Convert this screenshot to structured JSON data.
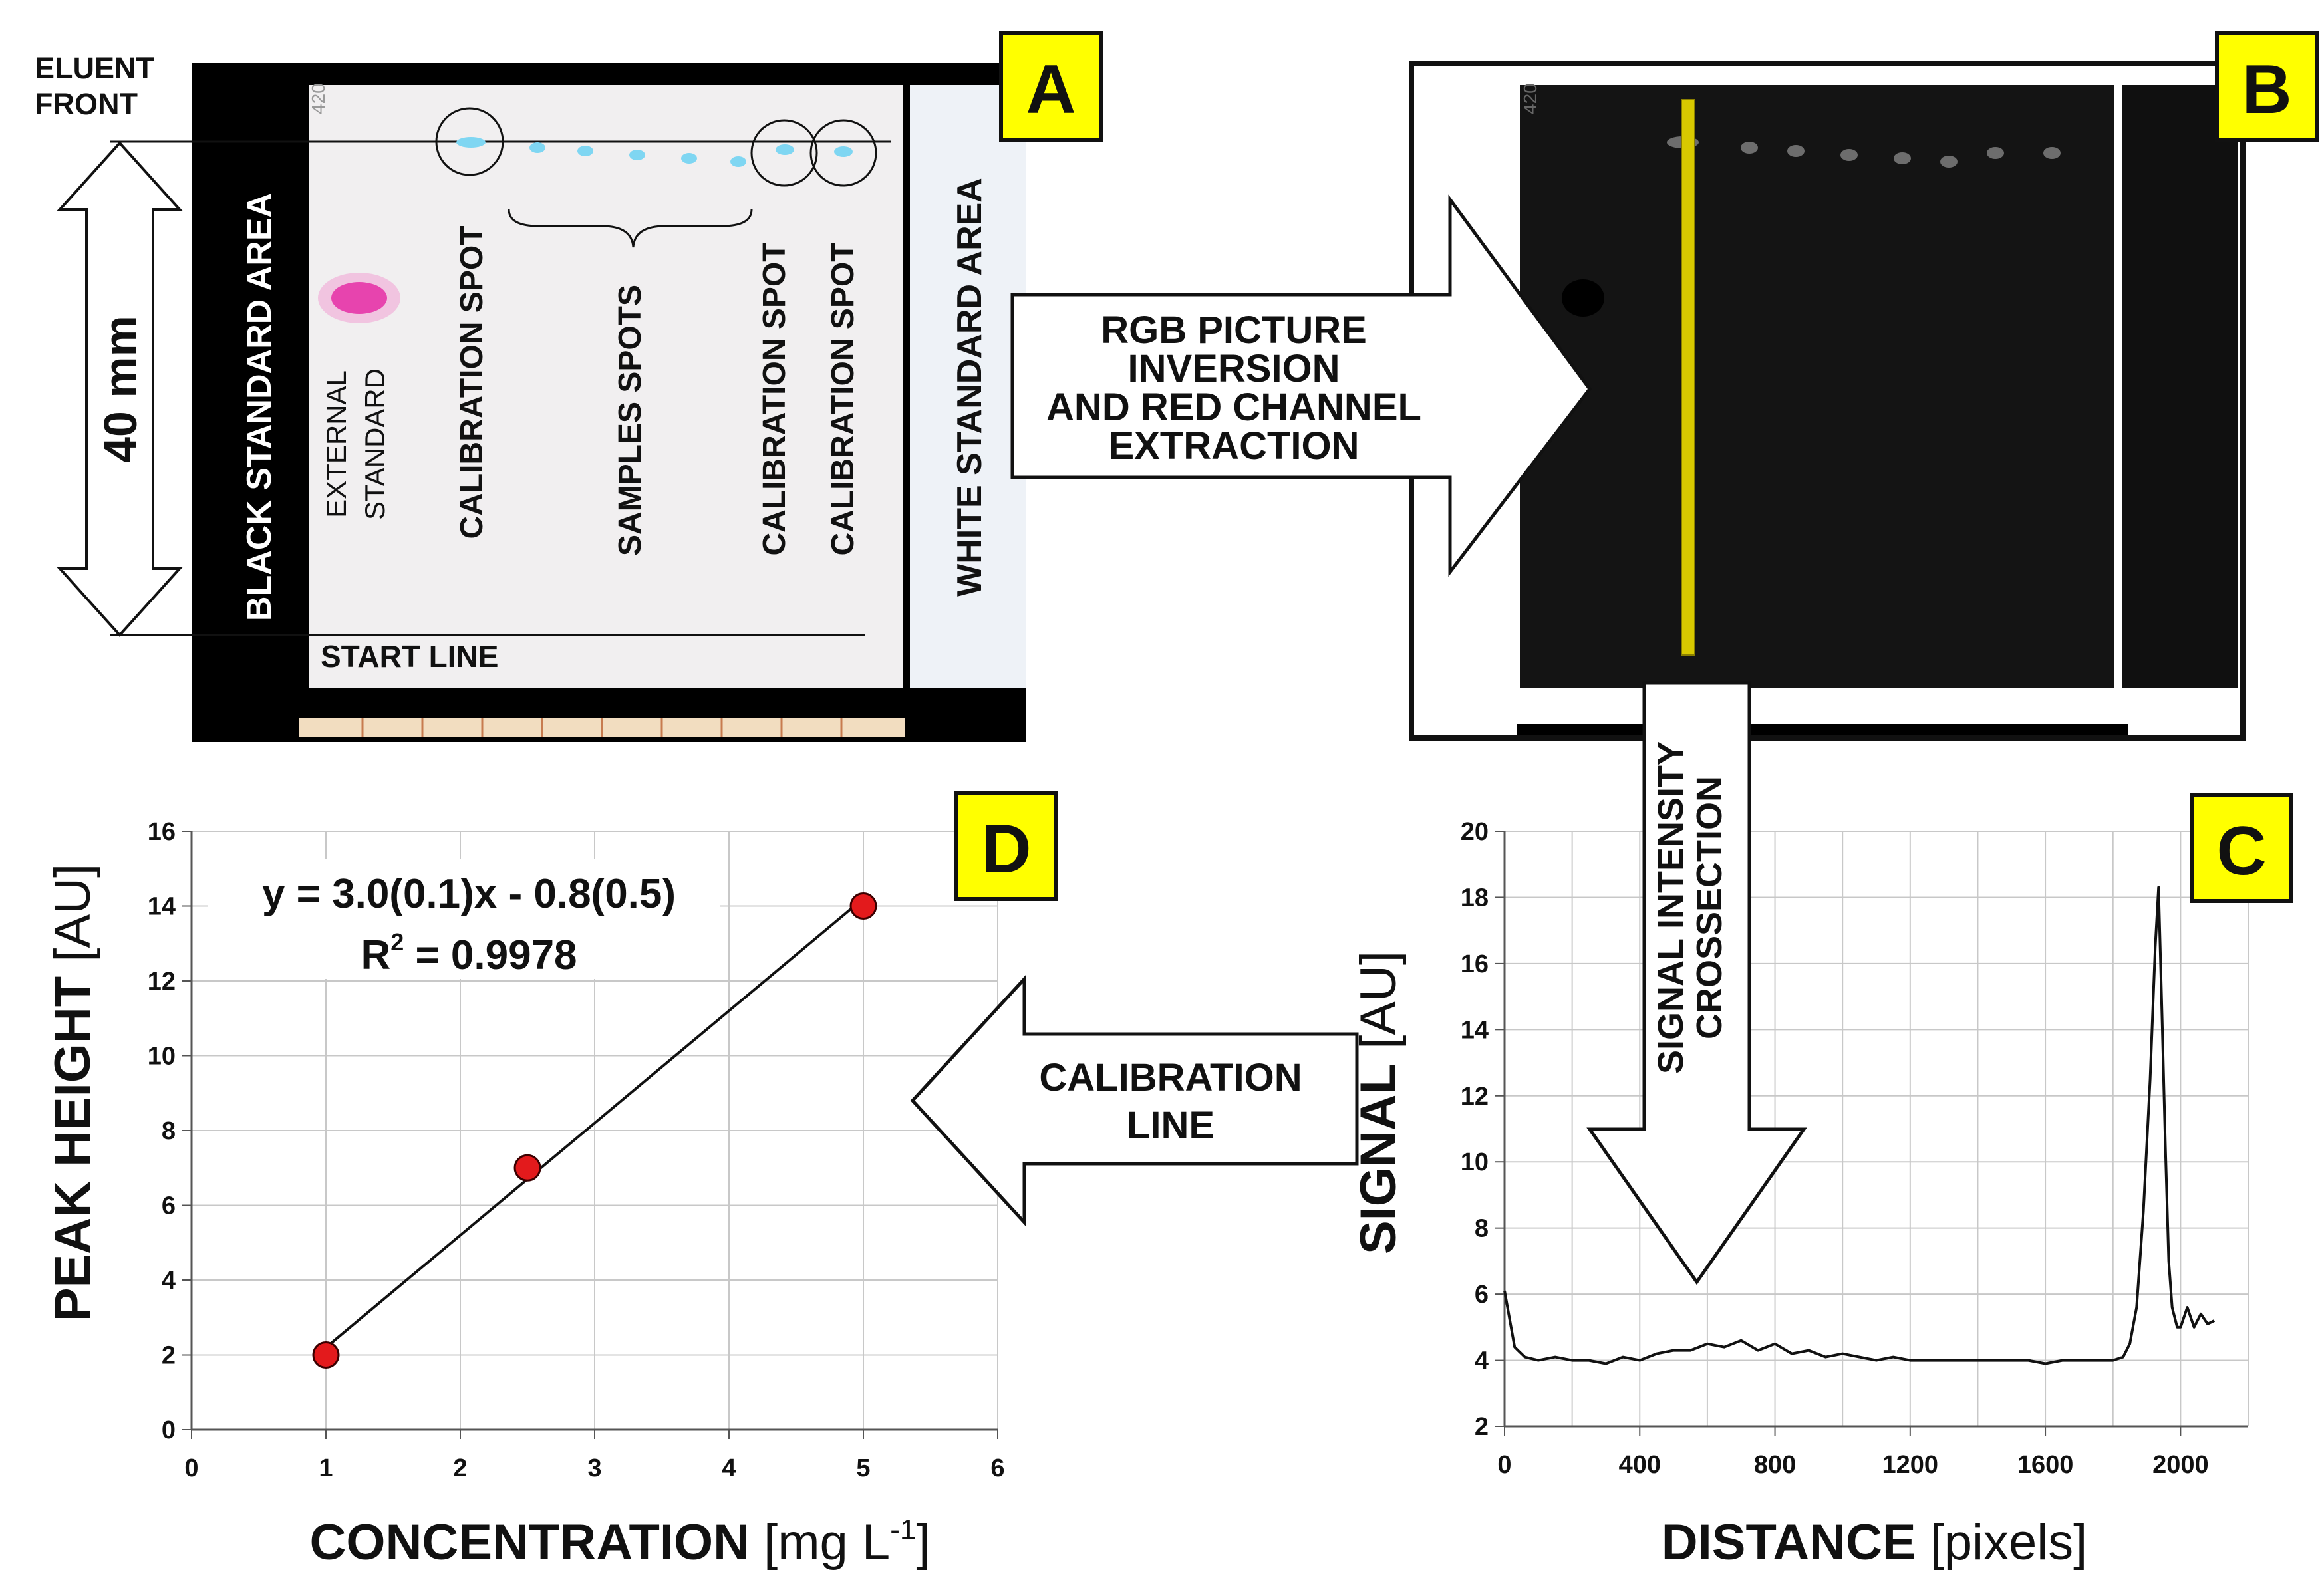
{
  "panels": {
    "a": {
      "badge": "A",
      "eluent_front": [
        "ELUENT",
        "FRONT"
      ],
      "distance": "40 mm",
      "black_area": "BLACK STANDARD AREA",
      "white_area": "WHITE STANDARD AREA",
      "external_standard": [
        "EXTERNAL",
        "STANDARD"
      ],
      "calibration_spot": "CALIBRATION SPOT",
      "samples_spots": "SAMPLES SPOTS",
      "start_line": "START LINE",
      "plate_mark": "420"
    },
    "b": {
      "badge": "B",
      "plate_mark": "420"
    },
    "c": {
      "badge": "C"
    },
    "d": {
      "badge": "D"
    }
  },
  "arrows": {
    "inversion": [
      "RGB PICTURE",
      "INVERSION",
      "AND RED CHANNEL",
      "EXTRACTION"
    ],
    "crossection": [
      "SIGNAL INTENSITY",
      "CROSSECTION"
    ],
    "calibration": [
      "CALIBRATION",
      "LINE"
    ]
  },
  "colors": {
    "badge": "#ffff00",
    "spot_cyan": "#7fd6f2",
    "spot_magenta": "#e0149a",
    "marker_red": "#e31a1c",
    "scan_yellow": "#d8c900"
  },
  "chart_data": [
    {
      "panel": "D",
      "type": "scatter",
      "x": [
        1,
        2.5,
        5
      ],
      "y": [
        2,
        7,
        14
      ],
      "fit": {
        "slope": 3.0,
        "intercept": -0.8,
        "x_range": [
          1,
          5
        ]
      },
      "equation": "y = 3.0(0.1)x - 0.8(0.5)",
      "r2_label": "R",
      "r2_sup": "2",
      "r2_value": " = 0.9978",
      "xlabel": "CONCENTRATION",
      "xlabel_unit": " [mg L",
      "xlabel_sup": "-1",
      "xlabel_close": "]",
      "ylabel": "PEAK HEIGHT",
      "ylabel_unit": " [AU]",
      "xlim": [
        0,
        6
      ],
      "ylim": [
        0,
        16
      ],
      "xticks": [
        0,
        1,
        2,
        3,
        4,
        5,
        6
      ],
      "yticks": [
        0,
        2,
        4,
        6,
        8,
        10,
        12,
        14,
        16
      ],
      "grid": true
    },
    {
      "panel": "C",
      "type": "line",
      "x": [
        0,
        30,
        60,
        100,
        150,
        200,
        250,
        300,
        350,
        400,
        450,
        500,
        550,
        600,
        650,
        700,
        750,
        800,
        850,
        900,
        950,
        1000,
        1050,
        1100,
        1150,
        1200,
        1250,
        1300,
        1350,
        1400,
        1450,
        1500,
        1550,
        1600,
        1650,
        1700,
        1750,
        1800,
        1830,
        1850,
        1870,
        1890,
        1910,
        1925,
        1935,
        1945,
        1955,
        1965,
        1975,
        1990,
        2000,
        2020,
        2040,
        2060,
        2080,
        2100
      ],
      "y": [
        6.1,
        4.4,
        4.1,
        4.0,
        4.1,
        4.0,
        4.0,
        3.9,
        4.1,
        4.0,
        4.2,
        4.3,
        4.3,
        4.5,
        4.4,
        4.6,
        4.3,
        4.5,
        4.2,
        4.3,
        4.1,
        4.2,
        4.1,
        4.0,
        4.1,
        4.0,
        4.0,
        4.0,
        4.0,
        4.0,
        4.0,
        4.0,
        4.0,
        3.9,
        4.0,
        4.0,
        4.0,
        4.0,
        4.1,
        4.5,
        5.6,
        8.5,
        12.5,
        16.5,
        18.3,
        14.5,
        10.5,
        7.0,
        5.6,
        5.0,
        5.0,
        5.6,
        5.0,
        5.4,
        5.1,
        5.2
      ],
      "xlabel": "DISTANCE",
      "xlabel_unit": " [pixels]",
      "ylabel": "SIGNAL",
      "ylabel_unit": " [AU]",
      "xlim": [
        0,
        2200
      ],
      "ylim": [
        2,
        20
      ],
      "xticks": [
        0,
        400,
        800,
        1200,
        1600,
        2000
      ],
      "yticks": [
        2,
        4,
        6,
        8,
        10,
        12,
        14,
        16,
        18,
        20
      ],
      "grid": true
    }
  ]
}
